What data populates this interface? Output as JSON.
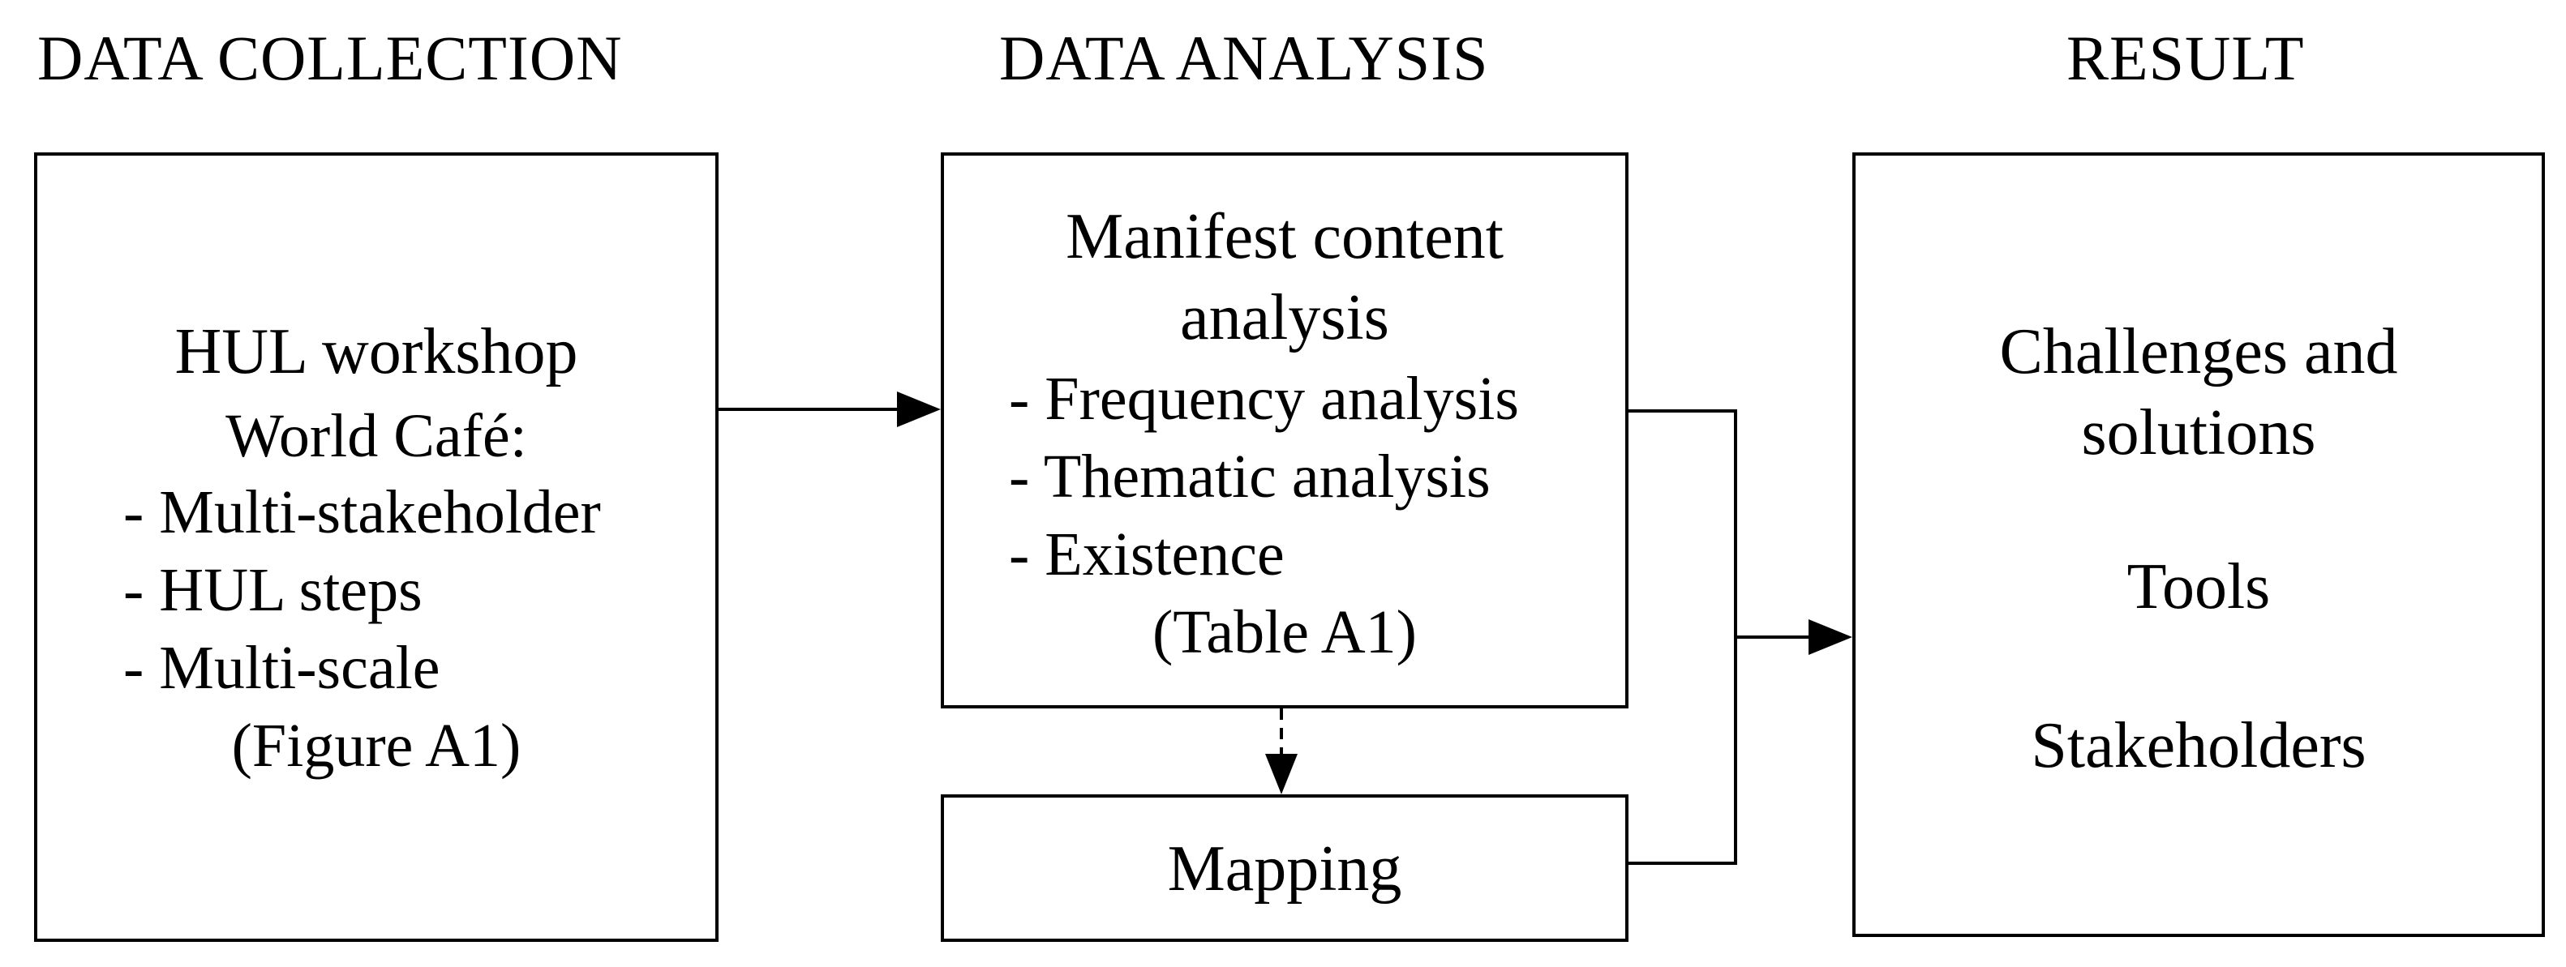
{
  "headings": {
    "collection": "DATA COLLECTION",
    "analysis": "DATA ANALYSIS",
    "result": "RESULT"
  },
  "collection_box": {
    "title": "HUL workshop",
    "subtitle": "World Café:",
    "items": [
      "- Multi-stakeholder",
      "- HUL steps",
      "- Multi-scale"
    ],
    "reference": "(Figure A1)"
  },
  "analysis_box": {
    "title_line1": "Manifest content",
    "title_line2": "analysis",
    "items": [
      "- Frequency analysis",
      "- Thematic analysis",
      "- Existence"
    ],
    "reference": "(Table A1)"
  },
  "mapping_box": {
    "label": "Mapping"
  },
  "result_box": {
    "line1": "Challenges and",
    "line2": "solutions",
    "tools": "Tools",
    "stakeholders": "Stakeholders"
  }
}
